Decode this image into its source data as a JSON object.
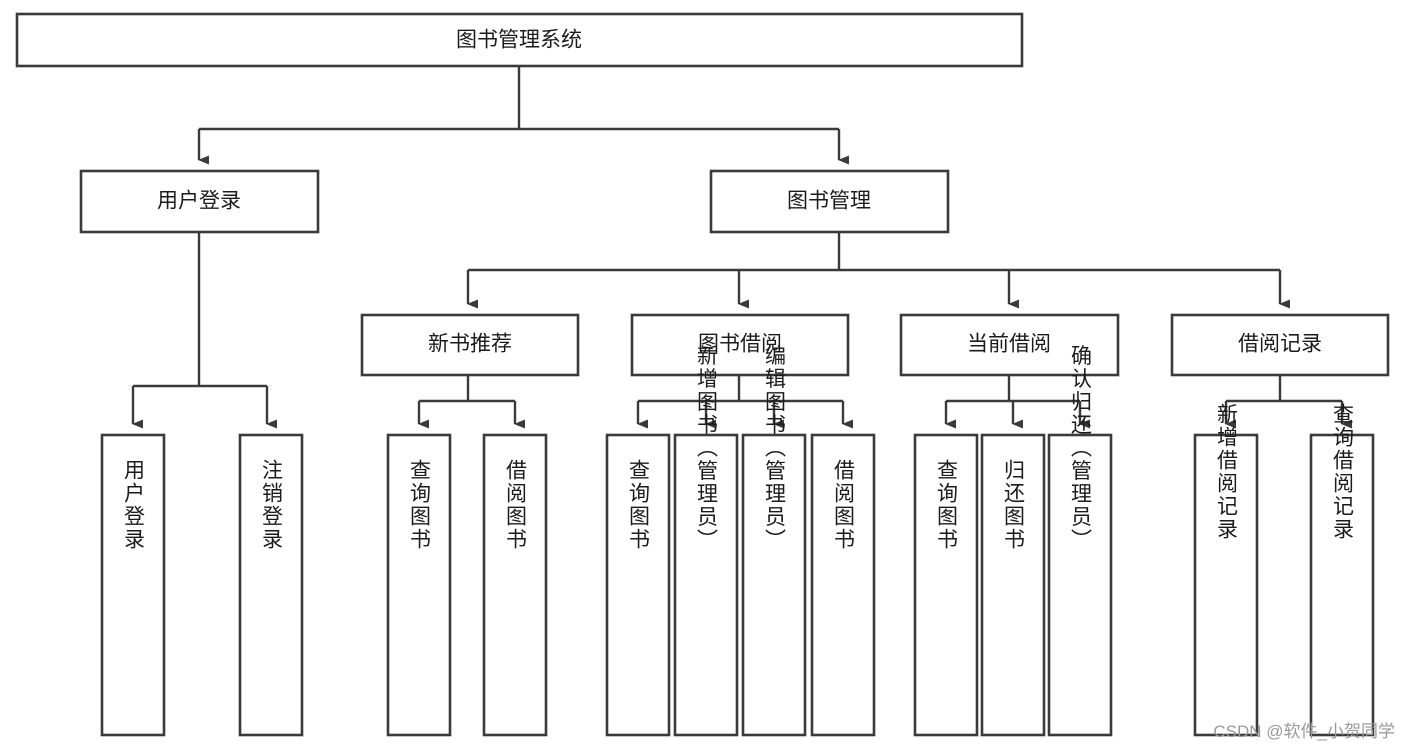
{
  "diagram": {
    "type": "tree-hierarchy-chart",
    "title": "图书管理系统",
    "watermark": "CSDN @软件_小贺同学",
    "colors": {
      "stroke": "#3a3a3a",
      "fill": "#ffffff",
      "text": "#1b1b1b",
      "watermark": "#9a9a9a"
    },
    "root": {
      "label": "图书管理系统"
    },
    "level2": [
      {
        "label": "用户登录"
      },
      {
        "label": "图书管理"
      }
    ],
    "level3": [
      {
        "label": "新书推荐"
      },
      {
        "label": "图书借阅"
      },
      {
        "label": "当前借阅"
      },
      {
        "label": "借阅记录"
      }
    ],
    "leaves": {
      "user_login": [
        {
          "label": "用户登录"
        },
        {
          "label": "注销登录"
        }
      ],
      "new_book_recommend": [
        {
          "label": "查询图书"
        },
        {
          "label": "借阅图书"
        }
      ],
      "book_borrow": [
        {
          "label": "查询图书"
        },
        {
          "label": "新增图书（管理员）"
        },
        {
          "label": "编辑图书（管理员）"
        },
        {
          "label": "借阅图书"
        }
      ],
      "current_borrow": [
        {
          "label": "查询图书"
        },
        {
          "label": "归还图书"
        },
        {
          "label": "确认归还（管理员）"
        }
      ],
      "borrow_record": [
        {
          "label": "新增借阅记录"
        },
        {
          "label": "查询借阅记录"
        }
      ]
    }
  }
}
